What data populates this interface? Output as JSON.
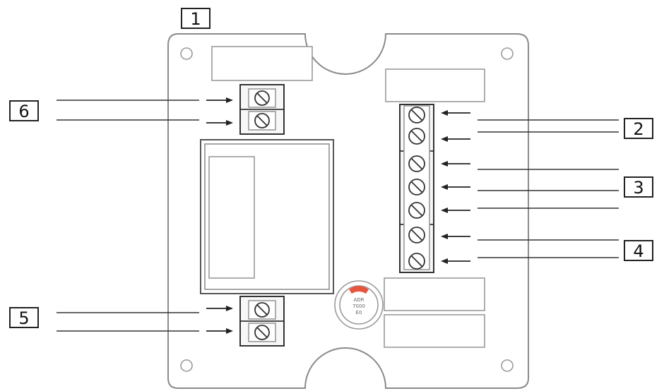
{
  "callouts": [
    {
      "id": "1",
      "text": "1"
    },
    {
      "id": "2",
      "text": "2"
    },
    {
      "id": "3",
      "text": "3"
    },
    {
      "id": "4",
      "text": "4"
    },
    {
      "id": "5",
      "text": "5"
    },
    {
      "id": "6",
      "text": "6"
    }
  ],
  "badge": {
    "lines": [
      "ADR",
      "7000",
      "E0"
    ],
    "accent_color": "#e8553f"
  },
  "colors": {
    "outline": "#8a8a8a",
    "terminal": "#333333"
  }
}
